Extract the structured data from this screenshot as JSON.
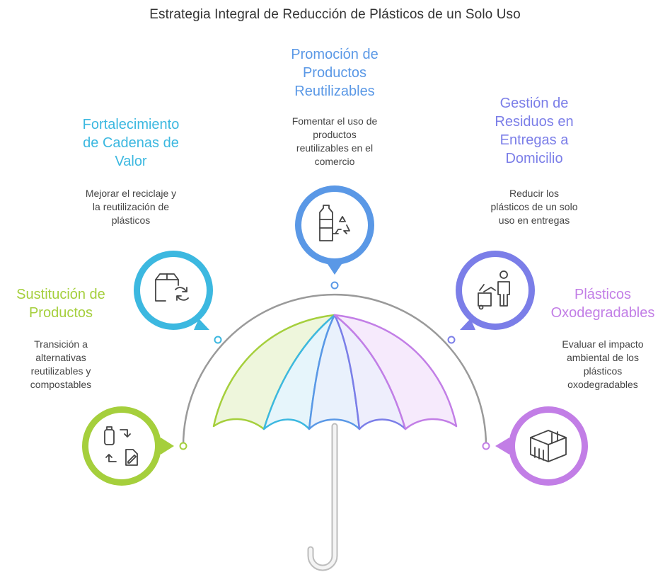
{
  "title": "Estrategia Integral de Reducción de Plásticos de un Solo Uso",
  "colors": {
    "green": "#a5cf3c",
    "cyan": "#3cb8e0",
    "blue": "#5a98e6",
    "indigo": "#7b7ee8",
    "violet": "#c27ee6",
    "arc": "#9a9a9a",
    "handle": "#bdbdbd"
  },
  "items": [
    {
      "heading_lines": [
        "Sustitución de",
        "Productos"
      ],
      "description_lines": [
        "Transición a",
        "alternativas",
        "reutilizables y",
        "compostables"
      ],
      "icon": "swap-bottle-document-icon"
    },
    {
      "heading_lines": [
        "Fortalecimiento",
        "de Cadenas de",
        "Valor"
      ],
      "description_lines": [
        "Mejorar el reciclaje y",
        "la reutilización de",
        "plásticos"
      ],
      "icon": "box-recycle-icon"
    },
    {
      "heading_lines": [
        "Promoción de",
        "Productos",
        "Reutilizables"
      ],
      "description_lines": [
        "Fomentar el uso de",
        "productos",
        "reutilizables en el",
        "comercio"
      ],
      "icon": "bottle-recycle-icon"
    },
    {
      "heading_lines": [
        "Gestión de",
        "Residuos en",
        "Entregas a",
        "Domicilio"
      ],
      "description_lines": [
        "Reducir los",
        "plásticos de un solo",
        "uso en entregas"
      ],
      "icon": "person-trash-icon"
    },
    {
      "heading_lines": [
        "Plásticos",
        "Oxodegradables"
      ],
      "description_lines": [
        "Evaluar el impacto",
        "ambiental de los",
        "plásticos",
        "oxodegradables"
      ],
      "icon": "cube-icon"
    }
  ]
}
